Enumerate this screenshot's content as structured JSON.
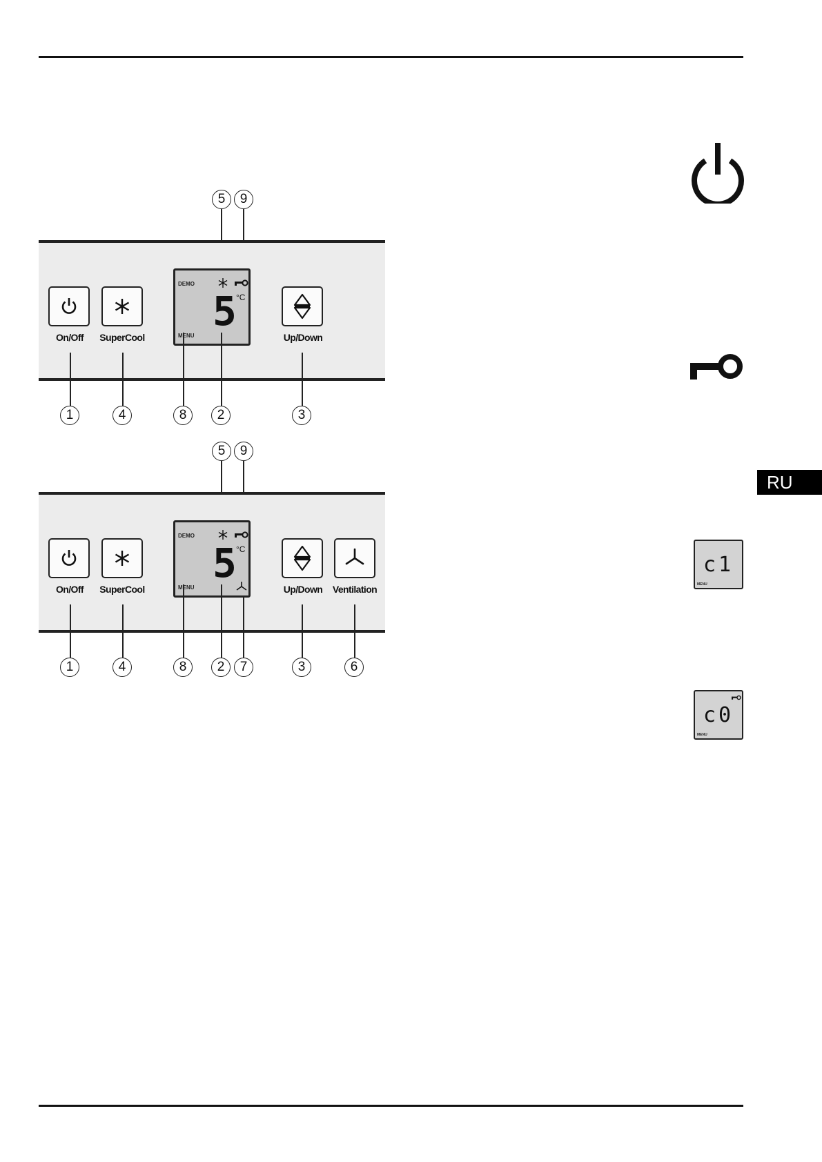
{
  "panel_a": {
    "buttons": {
      "onoff": "On/Off",
      "supercool": "SuperCool",
      "updown": "Up/Down"
    },
    "display": {
      "demo": "DEMO",
      "menu": "MENU",
      "digit": "5",
      "unit": "°C"
    },
    "callouts": {
      "c1": "1",
      "c4": "4",
      "c8": "8",
      "c2": "2",
      "c3": "3",
      "c5": "5",
      "c9": "9"
    }
  },
  "panel_b": {
    "buttons": {
      "onoff": "On/Off",
      "supercool": "SuperCool",
      "updown": "Up/Down",
      "ventilation": "Ventilation"
    },
    "display": {
      "demo": "DEMO",
      "menu": "MENU",
      "digit": "5",
      "unit": "°C"
    },
    "callouts": {
      "c1": "1",
      "c4": "4",
      "c8": "8",
      "c2": "2",
      "c7": "7",
      "c3": "3",
      "c6": "6",
      "c5": "5",
      "c9": "9"
    }
  },
  "sidebar": {
    "language_tab": "RU",
    "lcd_c1": {
      "text": "c1",
      "menu": "MENU"
    },
    "lcd_c0": {
      "text": "c0",
      "menu": "MENU"
    }
  },
  "icons": [
    "power-icon",
    "supercool-icon",
    "updown-icon",
    "ventilation-icon",
    "key-lock-icon"
  ]
}
